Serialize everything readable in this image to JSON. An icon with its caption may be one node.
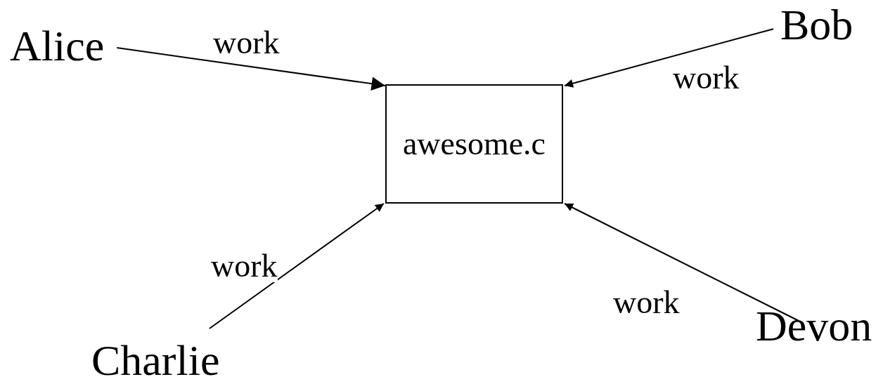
{
  "diagram": {
    "nodes": [
      {
        "text": [
          "Alice"
        ]
      },
      {
        "text": [
          "Bob"
        ]
      },
      {
        "text": [
          "awesome.c"
        ]
      },
      {
        "text": [
          "Charlie"
        ]
      },
      {
        "text": [
          "Devon"
        ]
      }
    ],
    "edges": [
      {
        "from": 0,
        "to": 2,
        "arrow": "to",
        "label": "work"
      },
      {
        "from": 1,
        "to": 2,
        "arrow": "to",
        "label": "work"
      },
      {
        "from": 3,
        "to": 2,
        "arrow": "to",
        "label": "work"
      },
      {
        "from": 4,
        "to": 2,
        "arrow": "to",
        "label": "work"
      }
    ]
  }
}
